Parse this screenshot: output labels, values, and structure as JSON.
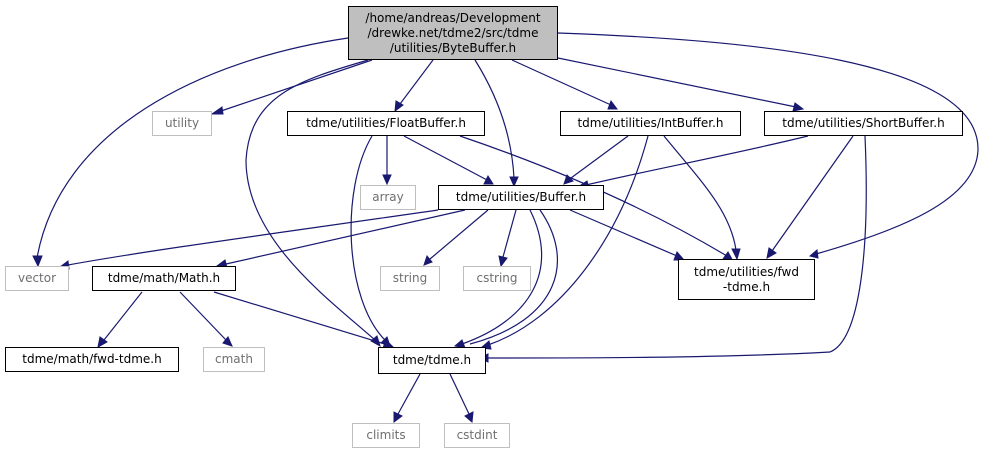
{
  "nodes": {
    "bytebuffer": "/home/andreas/Development\n/drewke.net/tdme2/src/tdme\n/utilities/ByteBuffer.h",
    "utility": "utility",
    "floatbuffer": "tdme/utilities/FloatBuffer.h",
    "intbuffer": "tdme/utilities/IntBuffer.h",
    "shortbuffer": "tdme/utilities/ShortBuffer.h",
    "array": "array",
    "buffer": "tdme/utilities/Buffer.h",
    "vector": "vector",
    "math": "tdme/math/Math.h",
    "string": "string",
    "cstring": "cstring",
    "utilfwd": "tdme/utilities/fwd\n-tdme.h",
    "mathfwd": "tdme/math/fwd-tdme.h",
    "cmath": "cmath",
    "tdme": "tdme/tdme.h",
    "climits": "climits",
    "cstdint": "cstdint"
  },
  "colors": {
    "edge": "#191970",
    "root_fill": "#bfbfbf",
    "external_border": "#bfbfbf",
    "external_text": "#6f6f6f"
  }
}
